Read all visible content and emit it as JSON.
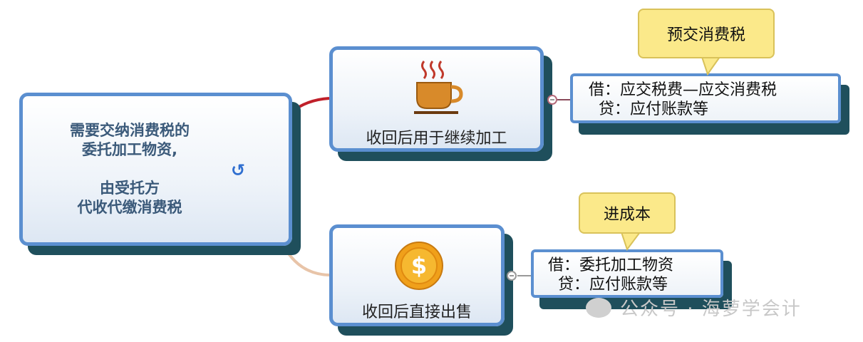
{
  "root": {
    "line1": "需要交纳消费税的",
    "line2": "委托加工物资,",
    "line3": "由受托方",
    "line4": "代收代缴消费税"
  },
  "branches": [
    {
      "label": "收回后用于继续加工",
      "icon": "coffee-cup-icon",
      "callout": "预交消费税",
      "debit": "借：应交税费—应交消费税",
      "credit": "贷：应付账款等"
    },
    {
      "label": "收回后直接出售",
      "icon": "dollar-coin-icon",
      "callout": "进成本",
      "debit": "借：委托加工物资",
      "credit": "贷：应付账款等"
    }
  ],
  "watermark": "公众号 · 海萝学会计",
  "colors": {
    "node_border": "#5b8fd0",
    "shadow": "#1f4f5c",
    "callout": "#fbe98a",
    "connector_top": "#c0202a",
    "connector_bottom": "#e8c4a8"
  }
}
